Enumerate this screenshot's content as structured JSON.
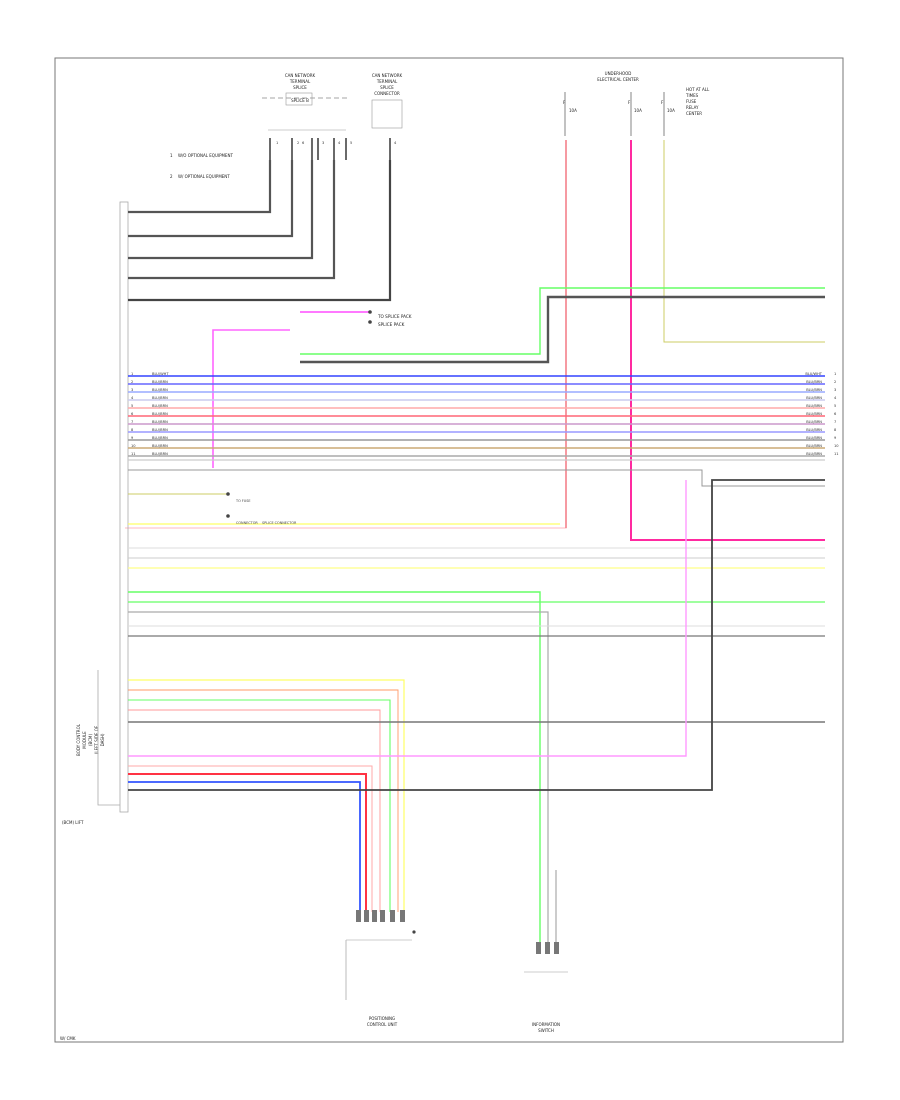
{
  "diagram": {
    "top_left_module": {
      "title_lines": [
        "CAN NETWORK",
        "TERMINAL",
        "SPLICE",
        "SPLICE B"
      ],
      "pins": [
        "1",
        "2",
        "3",
        "4",
        "5",
        "6"
      ]
    },
    "top_mid_module": {
      "title_lines": [
        "CAN NETWORK",
        "TERMINAL",
        "SPLICE",
        "CONNECTOR"
      ],
      "pins": [
        "4"
      ]
    },
    "fuse_block": {
      "title_lines": [
        "UNDERHOOD",
        "ELECTRICAL CENTER"
      ],
      "fuses": [
        {
          "label": "F",
          "sub": "10A",
          "color": "#f06470"
        },
        {
          "label": "F",
          "sub": "10A",
          "color": "#ff3399"
        },
        {
          "label": "F",
          "sub": "10A",
          "color": "#cccc66"
        }
      ]
    },
    "right_note_lines": [
      "HOT AT ALL",
      "TIMES",
      "FUSE",
      "RELAY",
      "CENTER"
    ],
    "legend": [
      {
        "bullet": "1",
        "text": "W/O OPTIONAL EQUIPMENT"
      },
      {
        "bullet": "2",
        "text": "W/ OPTIONAL EQUIPMENT"
      }
    ],
    "splice_labels": [
      "TO SPLICE PACK",
      "SPLICE PACK"
    ],
    "left_component": {
      "lines": [
        "BODY CONTROL",
        "MODULE",
        "(BCM)",
        "(LEFT SIDE OF",
        "DASH)"
      ],
      "footer": "(BCM) LIFT"
    },
    "bottom_left": {
      "title_lines": [
        "POSITIONING",
        "CONTROL UNIT"
      ]
    },
    "bottom_right": {
      "title_lines": [
        "INFORMATION",
        "SWITCH"
      ]
    },
    "mid_labels": [
      "TO FUSE",
      "CONNECTOR",
      "SPLICE CONNECTOR"
    ],
    "footer_id": "W/ CMK",
    "rows": [
      {
        "pin": "1",
        "label": "BLU/WHT",
        "right": "BLU/WHT",
        "rpin": "1"
      },
      {
        "pin": "2",
        "label": "BLU/BRN",
        "right": "BLU/BRN",
        "rpin": "2"
      },
      {
        "pin": "3",
        "label": "BLU/BRN",
        "right": "BLU/BRN",
        "rpin": "3"
      },
      {
        "pin": "4",
        "label": "BLU/BRN",
        "right": "BLU/BRN",
        "rpin": "4"
      },
      {
        "pin": "5",
        "label": "BLU/BRN",
        "right": "BLU/BRN",
        "rpin": "5"
      },
      {
        "pin": "6",
        "label": "BLU/BRN",
        "right": "BLU/BRN",
        "rpin": "6"
      },
      {
        "pin": "7",
        "label": "BLU/BRN",
        "right": "BLU/BRN",
        "rpin": "7"
      },
      {
        "pin": "8",
        "label": "BLU/BRN",
        "right": "BLU/BRN",
        "rpin": "8"
      },
      {
        "pin": "9",
        "label": "BLU/BRN",
        "right": "BLU/BRN",
        "rpin": "9"
      },
      {
        "pin": "10",
        "label": "BLU/BRN",
        "right": "BLU/BRN",
        "rpin": "10"
      },
      {
        "pin": "11",
        "label": "BLU/BRN",
        "right": "BLU/BRN",
        "rpin": "11"
      }
    ]
  }
}
